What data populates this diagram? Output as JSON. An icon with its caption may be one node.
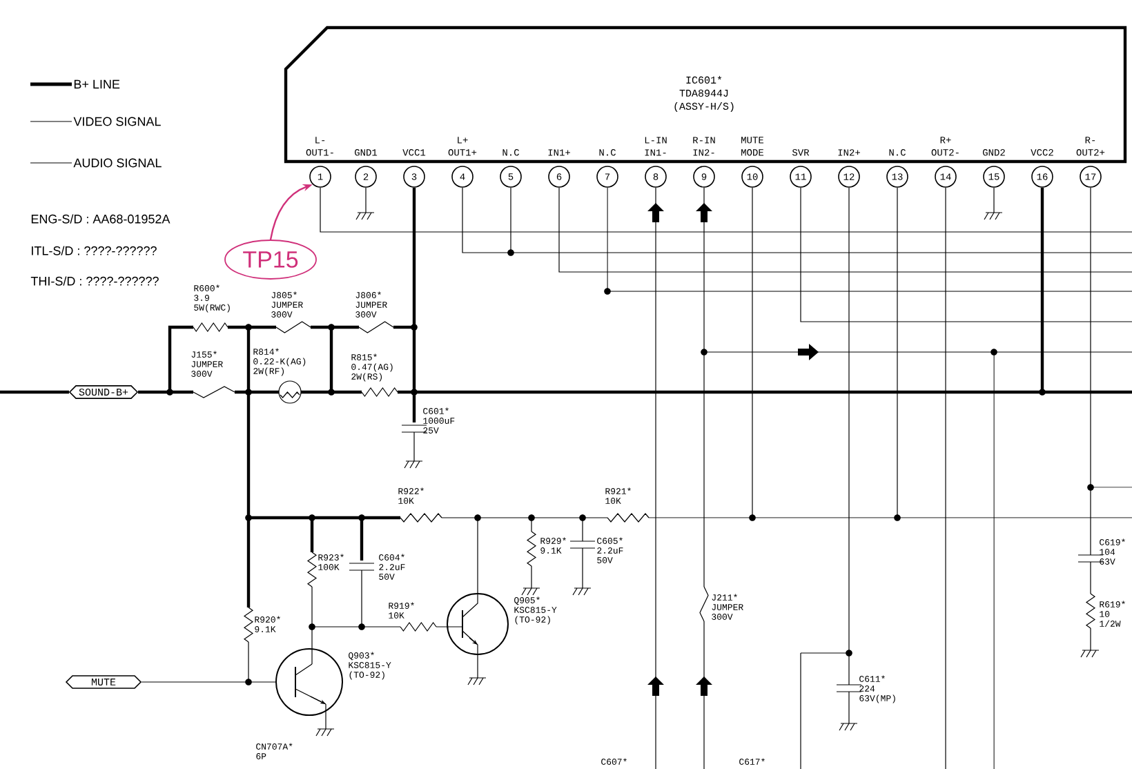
{
  "diagram": {
    "nodes": [
      {
        "text": [
          "IC601*",
          "TDA8944J",
          "(ASSY-H/S)"
        ]
      },
      {
        "text": [
          "1"
        ]
      },
      {
        "text": [
          "2"
        ]
      },
      {
        "text": [
          "3"
        ]
      },
      {
        "text": [
          "4"
        ]
      },
      {
        "text": [
          "5"
        ]
      },
      {
        "text": [
          "6"
        ]
      },
      {
        "text": [
          "7"
        ]
      },
      {
        "text": [
          "8"
        ]
      },
      {
        "text": [
          "9"
        ]
      },
      {
        "text": [
          "10"
        ]
      },
      {
        "text": [
          "11"
        ]
      },
      {
        "text": [
          "12"
        ]
      },
      {
        "text": [
          "13"
        ]
      },
      {
        "text": [
          "14"
        ]
      },
      {
        "text": [
          "15"
        ]
      },
      {
        "text": [
          "16"
        ]
      },
      {
        "text": [
          "17"
        ]
      },
      {
        "text": [
          "TP15"
        ]
      },
      {
        "text": [
          "SOUND-B+"
        ]
      },
      {
        "text": [
          "MUTE"
        ]
      },
      {
        "text": [],
        "shape": "circle",
        "beside": [
          "Q903* KSC815-Y (TO-92)"
        ]
      },
      {
        "text": [],
        "shape": "circle",
        "beside": [
          "Q905* KSC815-Y (TO-92)"
        ]
      }
    ],
    "edges": [
      {
        "from": 18,
        "to": 1,
        "arrow": "to",
        "color": "#d0307a"
      },
      {
        "from": 20,
        "to": 21,
        "arrow": "none",
        "color": "#000000"
      }
    ],
    "labels": [
      "L- OUT1-",
      "GND1",
      "VCC1",
      "L+ OUT1+",
      "N.C",
      "IN1+",
      "N.C",
      "L-IN IN1-",
      "R-IN IN2-",
      "MUTE MODE",
      "SVR",
      "IN2+",
      "N.C",
      "R+ OUT2-",
      "GND2",
      "VCC2",
      "R- OUT2+",
      "ENG-S/D : AA68-01952A",
      "ITL-S/D : ????-??????",
      "THI-S/D : ????-??????",
      "R600* 3.9 5W(RWC)",
      "J805* JUMPER 300V",
      "J806* JUMPER 300V",
      "J155* JUMPER 300V",
      "R814* 0.22-K(AG) 2W(RF)",
      "R815* 0.47(AG) 2W(RS)",
      "C601* 1000uF 25V",
      "R922* 10K",
      "R921* 10K",
      "R929* 9.1K",
      "C605* 2.2uF 50V",
      "R923* 100K",
      "C604* 2.2uF 50V",
      "R919* 10K",
      "R920* 9.1K",
      "J211* JUMPER 300V",
      "C611* 224 63V(MP)",
      "C619* 104 63V",
      "R619* 10 1/2W",
      "CN707A* 6P",
      "C607*",
      "C617*"
    ],
    "legend": [
      {
        "text": "B+ LINE"
      },
      {
        "text": "VIDEO SIGNAL"
      },
      {
        "text": "AUDIO SIGNAL"
      }
    ]
  }
}
